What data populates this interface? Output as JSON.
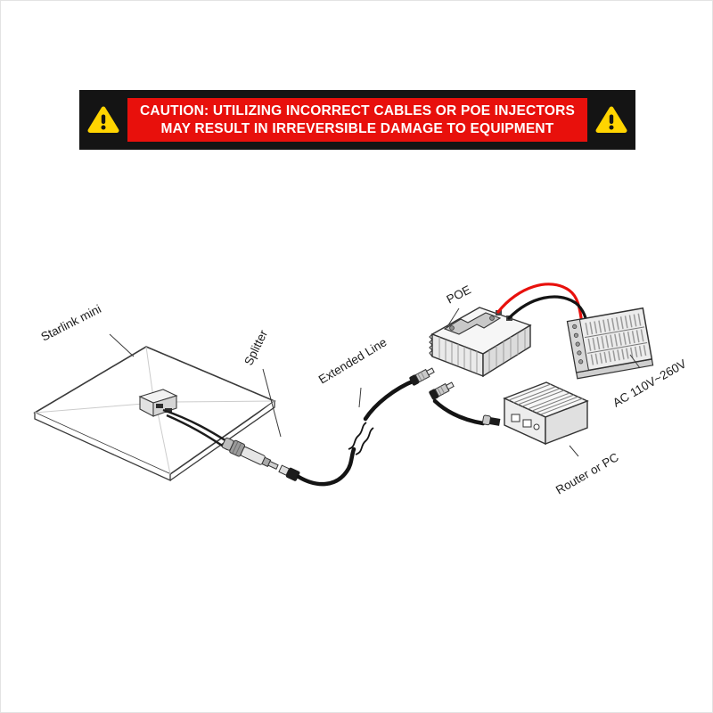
{
  "banner": {
    "line1": "CAUTION: UTILIZING INCORRECT CABLES OR POE INJECTORS",
    "line2": "MAY RESULT IN IRREVERSIBLE DAMAGE TO EQUIPMENT"
  },
  "diagram": {
    "labels": {
      "dish": "Starlink mini",
      "splitter": "Splitter",
      "extended_line": "Extended Line",
      "poe": "POE",
      "power": "AC 110V~260V",
      "router": "Router or PC"
    }
  },
  "colors": {
    "banner_bg": "#141414",
    "caution_bg": "#e8100c",
    "caution_text": "#ffffff",
    "warning_yellow": "#ffd400",
    "wire_red": "#e8100c",
    "wire_black": "#141414",
    "outline": "#333333"
  }
}
